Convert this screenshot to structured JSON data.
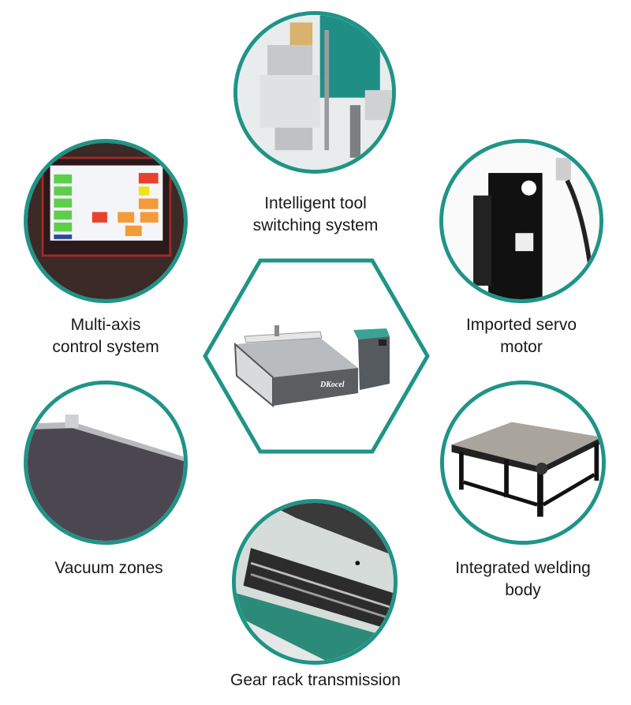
{
  "accent_color": "#1f9487",
  "center": {
    "name": "oscillating-knife-cutting-machine",
    "brand_logo_text": "DKocel"
  },
  "features": [
    {
      "id": "tool-switching",
      "caption_line1": "Intelligent tool",
      "caption_line2": "switching system"
    },
    {
      "id": "multi-axis",
      "caption_line1": "Multi-axis",
      "caption_line2": "control system"
    },
    {
      "id": "servo-motor",
      "caption_line1": "Imported servo",
      "caption_line2": "motor"
    },
    {
      "id": "vacuum",
      "caption_line1": "Vacuum zones",
      "caption_line2": ""
    },
    {
      "id": "welding",
      "caption_line1": "Integrated welding",
      "caption_line2": "body"
    },
    {
      "id": "gear-rack",
      "caption_line1": "Gear rack transmission",
      "caption_line2": ""
    }
  ]
}
